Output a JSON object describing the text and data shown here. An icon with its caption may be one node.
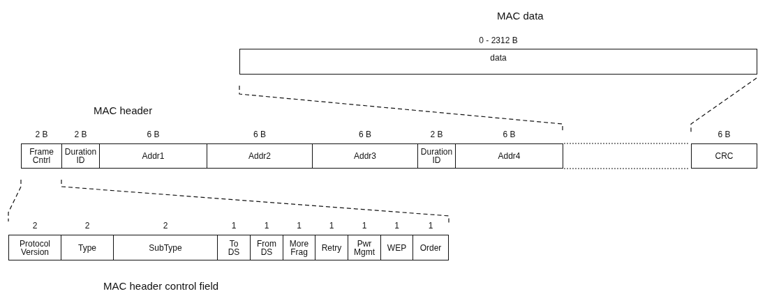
{
  "diagram": {
    "nodes": [
      {
        "text": [
          "data"
        ],
        "beside": [
          "0 - 2312 B"
        ]
      },
      {
        "text": [
          "Frame Cntrl"
        ],
        "beside": [
          "2 B"
        ]
      },
      {
        "text": [
          "Duration ID"
        ],
        "beside": [
          "2 B"
        ]
      },
      {
        "text": [
          "Addr1"
        ],
        "beside": [
          "6 B"
        ]
      },
      {
        "text": [
          "Addr2"
        ],
        "beside": [
          "6 B"
        ]
      },
      {
        "text": [
          "Addr3"
        ],
        "beside": [
          "6 B"
        ]
      },
      {
        "text": [
          "Duration ID"
        ],
        "beside": [
          "2 B"
        ]
      },
      {
        "text": [
          "Addr4"
        ],
        "beside": [
          "6 B"
        ]
      },
      {
        "text": [
          "CRC"
        ],
        "beside": [
          "6 B"
        ]
      },
      {
        "text": [
          "Protocol Version"
        ],
        "beside": [
          "2"
        ]
      },
      {
        "text": [
          "Type"
        ],
        "beside": [
          "2"
        ]
      },
      {
        "text": [
          "SubType"
        ],
        "beside": [
          "2"
        ]
      },
      {
        "text": [
          "To DS"
        ],
        "beside": [
          "1"
        ]
      },
      {
        "text": [
          "From DS"
        ],
        "beside": [
          "1"
        ]
      },
      {
        "text": [
          "More Frag"
        ],
        "beside": [
          "1"
        ]
      },
      {
        "text": [
          "Retry"
        ],
        "beside": [
          "1"
        ]
      },
      {
        "text": [
          "Pwr Mgmt"
        ],
        "beside": [
          "1"
        ]
      },
      {
        "text": [
          "WEP"
        ],
        "beside": [
          "1"
        ]
      },
      {
        "text": [
          "Order"
        ],
        "beside": [
          "1"
        ]
      }
    ],
    "labels": [
      "MAC data",
      "MAC header",
      "MAC header control field"
    ]
  }
}
